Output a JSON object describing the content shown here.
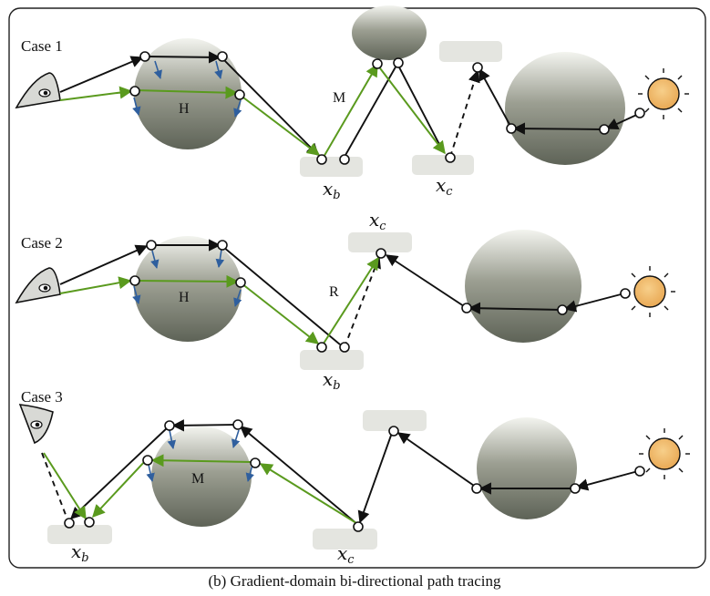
{
  "cases": [
    {
      "label": "Case 1",
      "labels": {
        "hybrid": "H",
        "mirror": "M"
      },
      "xb": {
        "base": "x",
        "sub": "b"
      },
      "xc": {
        "base": "x",
        "sub": "c"
      }
    },
    {
      "label": "Case 2",
      "labels": {
        "hybrid": "H",
        "reconnect": "R"
      },
      "xb": {
        "base": "x",
        "sub": "b"
      },
      "xc": {
        "base": "x",
        "sub": "c"
      }
    },
    {
      "label": "Case 3",
      "labels": {
        "mirror": "M"
      },
      "xb": {
        "base": "x",
        "sub": "b"
      },
      "xc": {
        "base": "x",
        "sub": "c"
      }
    }
  ],
  "caption": "(b) Gradient-domain bi-directional path tracing",
  "colors": {
    "base_path": "#111111",
    "offset_path": "#5a9a1e",
    "normal_arrow": "#2f5f9e",
    "light": "#f0b868",
    "surface": "#e4e5e0"
  },
  "icons": [
    "camera-icon",
    "light-source-icon"
  ]
}
